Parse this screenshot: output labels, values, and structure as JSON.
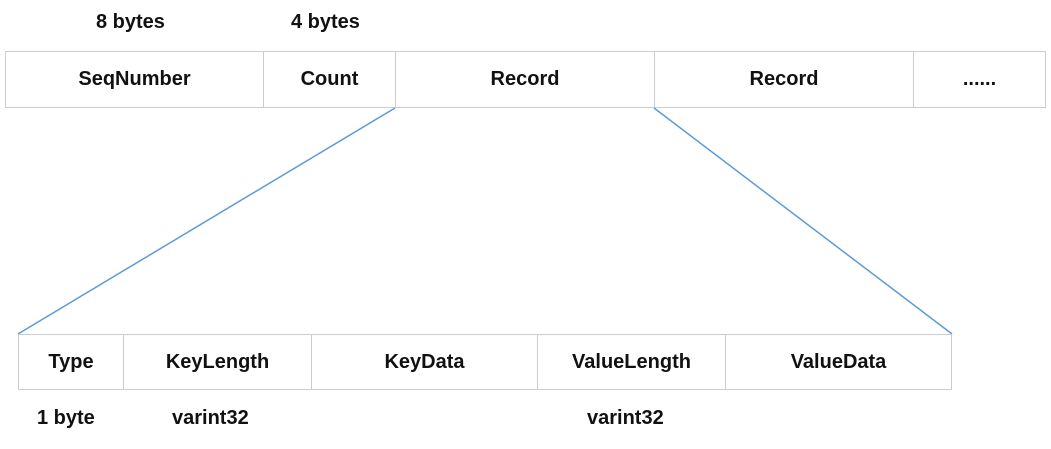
{
  "top_sizes": {
    "seq": "8 bytes",
    "count": "4 bytes"
  },
  "batch_row": {
    "cells": [
      "SeqNumber",
      "Count",
      "Record",
      "Record",
      "......"
    ]
  },
  "record_row": {
    "cells": [
      "Type",
      "KeyLength",
      "KeyData",
      "ValueLength",
      "ValueData"
    ]
  },
  "bottom_sizes": {
    "type": "1 byte",
    "key_length": "varint32",
    "value_length": "varint32"
  },
  "colors": {
    "connector": "#5b9bd5",
    "border": "#c8cdd2"
  }
}
